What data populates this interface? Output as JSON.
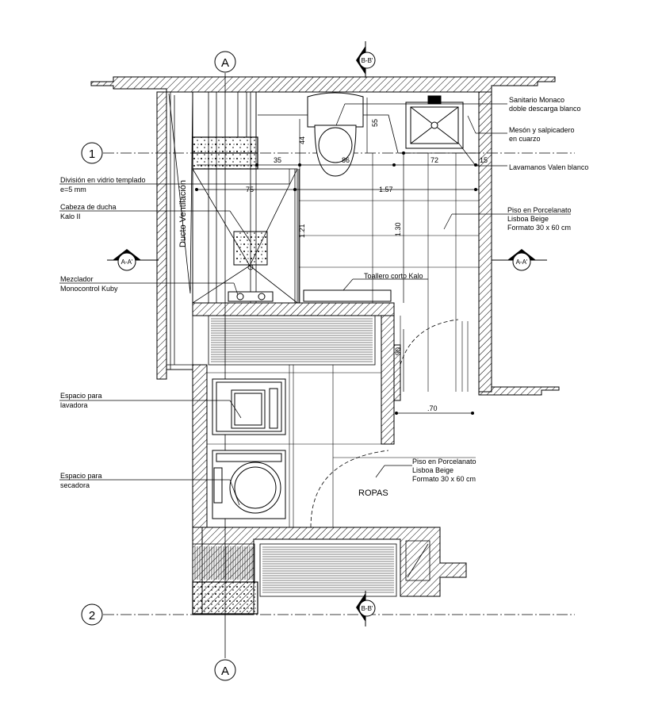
{
  "grid": {
    "bubble_a_top": "A",
    "bubble_a_bottom": "A",
    "bubble_1": "1",
    "bubble_2": "2"
  },
  "sections": {
    "bb_top": "B-B'",
    "bb_bottom": "B-B'",
    "aa_left": "A-A'",
    "aa_right": "A-A'"
  },
  "dimensions": {
    "d35": "35",
    "d86": "86",
    "d72": "72",
    "d15": "15",
    "d75": "75",
    "d157": "1.57",
    "d44": "44",
    "d55": "55",
    "d121": "1.21",
    "d130": "1.30",
    "d90": "90",
    "d70": ".70"
  },
  "rooms": {
    "vent_duct": "Ducto Ventilación",
    "clothes": "ROPAS"
  },
  "notes": {
    "glass_1": "División en vidrio templado",
    "glass_2": "e=5 mm",
    "shower_1": "Cabeza de ducha",
    "shower_2": "Kalo II",
    "mixer_1": "Mezclador",
    "mixer_2": "Monocontrol Kuby",
    "washer_1": "Espacio para",
    "washer_2": "lavadora",
    "dryer_1": "Espacio para",
    "dryer_2": "secadora",
    "wc_1": "Sanitario Monaco",
    "wc_2": "doble descarga blanco",
    "counter_1": "Mesón y salpicadero",
    "counter_2": "en cuarzo",
    "basin": "Lavamanos Valen blanco",
    "floor_a_1": "Piso en Porcelanato",
    "floor_a_2": "Lisboa Beige",
    "floor_a_3": "Formato 30 x 60 cm",
    "towel": "Toallero corto Kalo",
    "floor_b_1": "Piso en Porcelanato",
    "floor_b_2": "Lisboa Beige",
    "floor_b_3": "Formato 30 x 60 cm"
  }
}
